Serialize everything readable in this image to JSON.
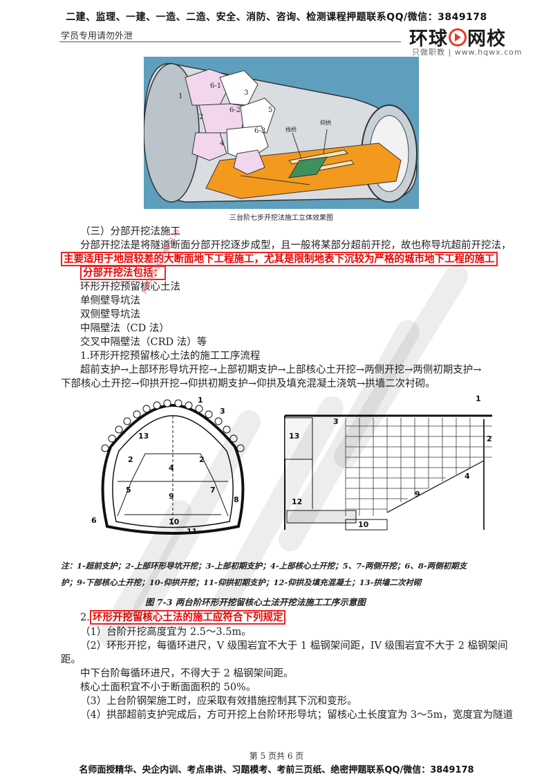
{
  "header": {
    "top_banner": "二建、监理、一建、一造、二造、安全、消防、咨询、检测课程押题联系QQ/微信：3849178",
    "confidential": "学员专用请勿外泄",
    "logo_text_1": "环球",
    "logo_text_2": "网校",
    "logo_sub": "只做职教 | www.hqwx.com"
  },
  "figure1": {
    "caption": "三台阶七步开挖法施工立体效果图",
    "labels": [
      "1",
      "6-1",
      "6-2",
      "6-3",
      "2",
      "3",
      "4",
      "5",
      "栈桥",
      "仰拱"
    ]
  },
  "body": {
    "section_title": "（三）分部开挖法施工",
    "para1": "分部开挖法是将隧道断面分部开挖逐步成型，且一般将某部分超前开挖，故也称导坑超前开挖法，",
    "para1_highlight": "主要适用于地层较差的大断面地下工程施工，尤其是限制地表下沉较为严格的城市地下工程的施工",
    "methods_title": "分部开挖法包括：",
    "methods": [
      "环形开挖预留核心土法",
      "单侧壁导坑法",
      "双侧壁导坑法",
      "中隔壁法（CD 法）",
      "交叉中隔壁法（CRD 法）等"
    ],
    "flow_title": "1.环形开挖预留核心土法的施工工序流程",
    "flow_line1": "超前支护→上部环形导坑开挖→上部初期支护→上部核心土开挖→两侧开挖→两侧初期支护→",
    "flow_line2": "下部核心土开挖→仰拱开挖→仰拱初期支护→仰拱及填充混凝土浇筑→拱墙二次衬砌。"
  },
  "figure2": {
    "left_labels": [
      "1",
      "3",
      "13",
      "2",
      "2",
      "4",
      "5",
      "7",
      "9",
      "8",
      "6",
      "10",
      "11"
    ],
    "right_labels": [
      "1",
      "3",
      "13",
      "2",
      "4",
      "9",
      "12",
      "10"
    ],
    "notes_line1": "注：1-超前支护；2-上部环形导坑开挖；3-上部初期支护；4-上部核心土开挖；5、7-两侧开挖；6、8-两侧初期支",
    "notes_line2": "护；9-下部核心土开挖；10-仰拱开挖；11-仰拱初期支护；12-仰拱及填充混凝土；13-拱墙二次衬砌",
    "caption": "图 7-3   两台阶环形开挖留核心土法开挖法施工工序示意图"
  },
  "rules": {
    "title_prefix": "2.",
    "title": "环形开挖留核心土法的施工应符合下列规定",
    "r1": "（1）台阶开挖高度宜为 2.5～3.5m。",
    "r2a": "（2）环形开挖，每循环进尺，V 级围岩宜不大于 1 榀钢架间距，IV 级围岩宜不大于 2 榀钢架间",
    "r2b": "距。",
    "r2c": "中下台阶每循环进尺，不得大于 2 榀钢架间距。",
    "r2d": "核心土面积宜不小于断面面积的 50%。",
    "r3": "（3）上台阶钢架施工时，应采取有效措施控制其下沉和变形。",
    "r4": "（4）拱部超前支护完成后，方可开挖上台阶环形导坑；留核心土长度宜为 3～5m，宽度宜为隧道"
  },
  "footer": {
    "page": "第 5 页共 6 页",
    "banner": "名师面授精华、央企内训、考点串讲、习题模考、考前三页纸、绝密押题联系QQ/微信：3849178"
  },
  "watermark": {
    "stamp": "押题联系微信3849178"
  }
}
